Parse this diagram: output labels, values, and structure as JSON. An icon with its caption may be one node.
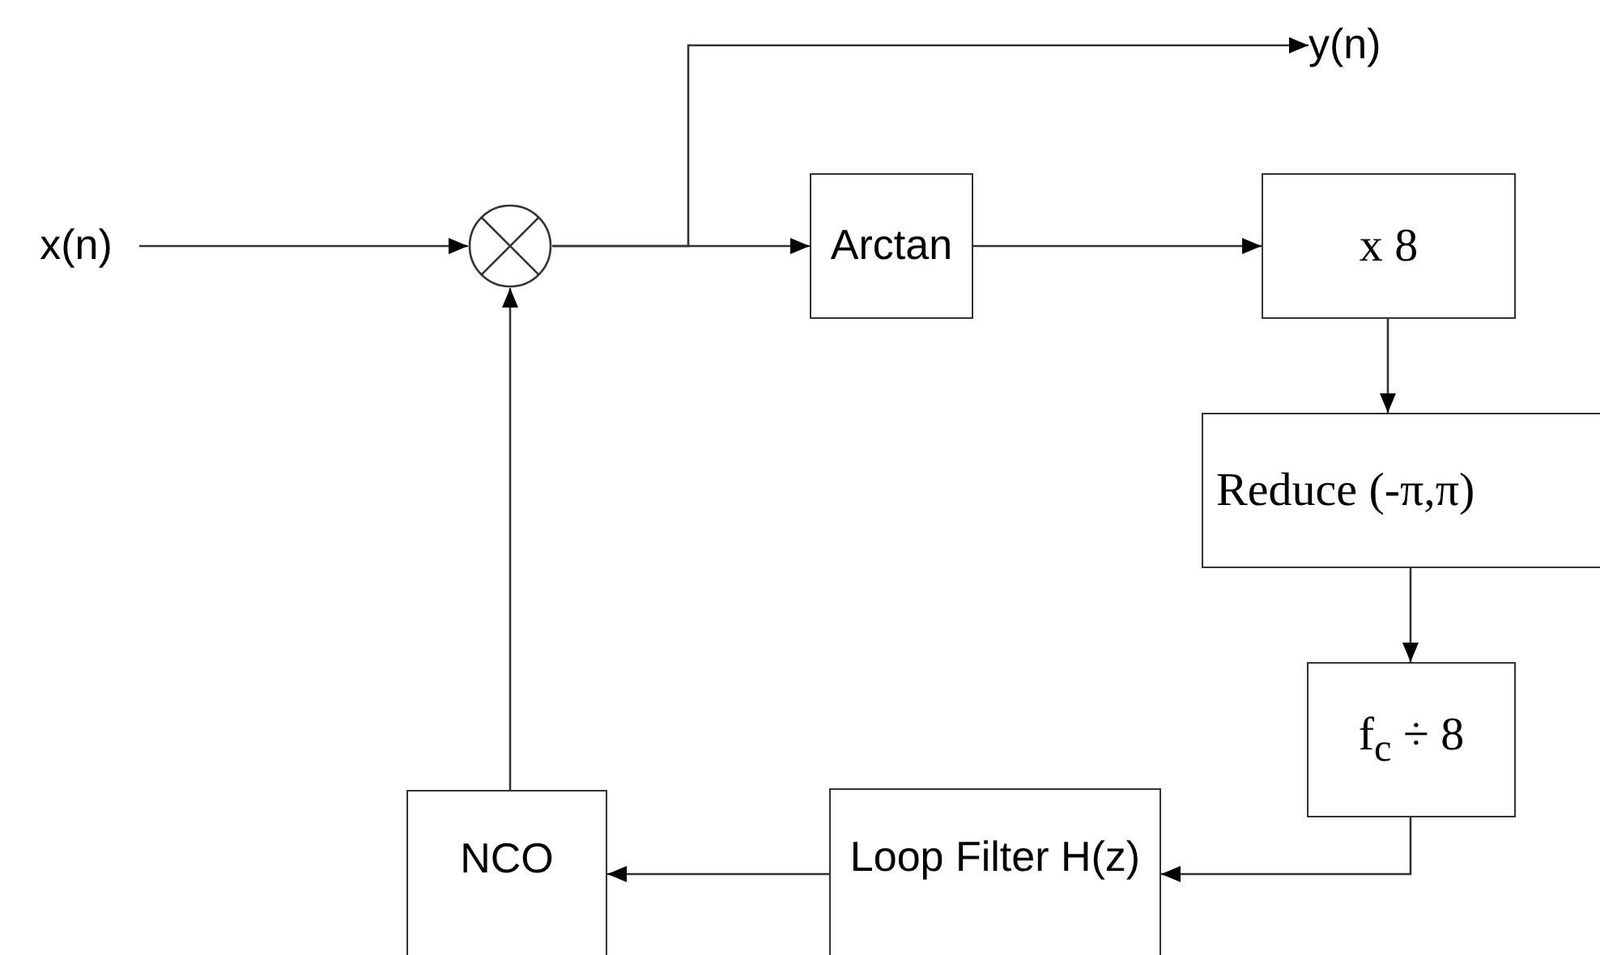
{
  "diagram": {
    "nodes": [
      {
        "text": [
          "x(n)"
        ]
      },
      {
        "text": [],
        "shape": "circle"
      },
      {
        "text": [
          "y(n)"
        ]
      },
      {
        "text": [
          "Arctan"
        ]
      },
      {
        "text": [
          "x 8"
        ]
      },
      {
        "text": [
          "Reduce (-π,π)"
        ]
      },
      {
        "text": [
          "f$_{c}$ ÷ 8"
        ]
      },
      {
        "text": [
          "Loop Filter H(z)"
        ]
      },
      {
        "text": [
          "NCO"
        ]
      }
    ],
    "edges": [
      {
        "from": 0,
        "to": 1,
        "arrow": "to"
      },
      {
        "from": 1,
        "to": 2,
        "arrow": "to"
      },
      {
        "from": 1,
        "to": 3,
        "arrow": "to"
      },
      {
        "from": 3,
        "to": 4,
        "arrow": "to"
      },
      {
        "from": 4,
        "to": 5,
        "arrow": "to"
      },
      {
        "from": 5,
        "to": 6,
        "arrow": "to"
      },
      {
        "from": 6,
        "to": 7,
        "arrow": "to"
      },
      {
        "from": 7,
        "to": 8,
        "arrow": "to"
      },
      {
        "from": 8,
        "to": 1,
        "arrow": "to"
      }
    ]
  }
}
